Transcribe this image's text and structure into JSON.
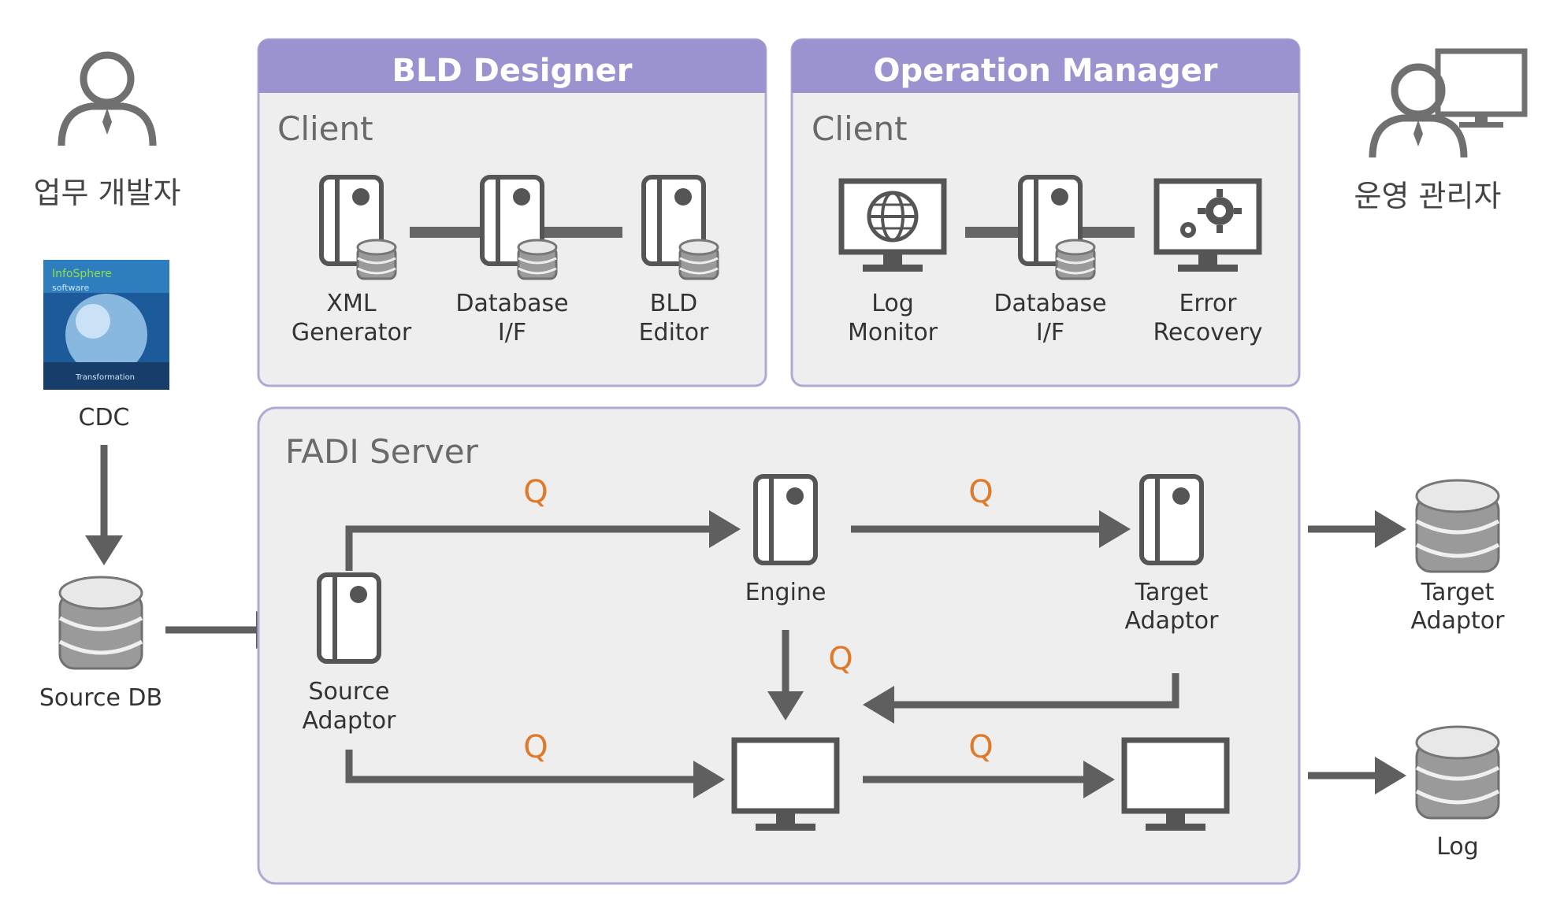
{
  "roles": {
    "developer": "업무 개발자",
    "operator": "운영 관리자"
  },
  "cdc": {
    "label": "CDC",
    "cover_title": "InfoSphere",
    "cover_subtitle": "software",
    "cover_footer": "Transformation"
  },
  "source_db": {
    "label": "Source DB"
  },
  "bld_designer": {
    "title": "BLD Designer",
    "client_label": "Client",
    "components": [
      {
        "line1": "XML",
        "line2": "Generator"
      },
      {
        "line1": "Database",
        "line2": "I/F"
      },
      {
        "line1": "BLD",
        "line2": "Editor"
      }
    ]
  },
  "operation_manager": {
    "title": "Operation Manager",
    "client_label": "Client",
    "components": [
      {
        "line1": "Log",
        "line2": "Monitor",
        "icon": "globe-monitor-icon"
      },
      {
        "line1": "Database",
        "line2": "I/F",
        "icon": "server-db-icon"
      },
      {
        "line1": "Error",
        "line2": "Recovery",
        "icon": "gears-monitor-icon"
      }
    ]
  },
  "fadi_server": {
    "title": "FADI Server",
    "source_adaptor": {
      "line1": "Source",
      "line2": "Adaptor"
    },
    "engine": {
      "label": "Engine"
    },
    "target_adaptor": {
      "line1": "Target",
      "line2": "Adaptor"
    },
    "queue_label": "Q"
  },
  "outputs": {
    "target": {
      "line1": "Target",
      "line2": "Adaptor"
    },
    "log": {
      "label": "Log"
    }
  },
  "colors": {
    "header": "#9b93cf",
    "panel": "#eeeeee",
    "queue": "#e07a2a",
    "icon": "#555555"
  }
}
